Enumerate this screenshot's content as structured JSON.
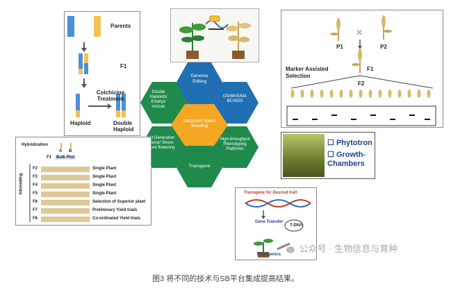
{
  "center": {
    "label": "Integrated Speed Breeding",
    "ring": [
      {
        "id": "genome-editing",
        "label": "Genome Editing",
        "color": "#1f6fb2"
      },
      {
        "id": "gs-mas",
        "label": "GS/MAS/MA BC/NGS",
        "color": "#1f6fb2"
      },
      {
        "id": "high-throughput",
        "label": "High-throughput Phenotyping Platforms",
        "color": "#1f8a4c"
      },
      {
        "id": "transgene",
        "label": "Transgene",
        "color": "#1f8a4c"
      },
      {
        "id": "rapid-generation",
        "label": "Rapid Generation Advance/ Stress Induced flowering",
        "color": "#1f8a4c"
      },
      {
        "id": "double-haploids",
        "label": "Double Haploids/ Embryo rescue",
        "color": "#1f8a4c"
      }
    ]
  },
  "haploid_panel": {
    "parents": "Parents",
    "f1": "F1",
    "colchicine": "Colchicine Treatment",
    "haploid": "Haploid",
    "double_haploid": "Double Haploid"
  },
  "mas_panel": {
    "p1": "P1",
    "p2": "P2",
    "f1": "F1",
    "f2": "F2",
    "title": "Marker Assisted Selection"
  },
  "inbreeding_panel": {
    "hybridization": "Hybridization",
    "a": "A",
    "b": "B",
    "f1": "F1",
    "bulk_plot": "Bulk Plot",
    "side_label": "Inbreeding",
    "rows": [
      {
        "gen": "F2",
        "desc": "Single Plant"
      },
      {
        "gen": "F3",
        "desc": "Single Plant"
      },
      {
        "gen": "F4",
        "desc": "Single Plant"
      },
      {
        "gen": "F5",
        "desc": "Single Plant"
      },
      {
        "gen": "F6",
        "desc": "Selection of Superior plant"
      },
      {
        "gen": "F7",
        "desc": "Preliminary Yield trials"
      },
      {
        "gen": "F8",
        "desc": "Co-ordinated Yield trials"
      }
    ]
  },
  "phytotron_panel": {
    "line1": "Phytotron",
    "line2": "Growth-Chambers"
  },
  "transgenic_panel": {
    "title": "Transgene for Desired trait",
    "gene_transfer": "Gene Transfer",
    "tdna": "T-DNA",
    "transgenics": "Transgenics"
  },
  "watermark": "公众号 · 生物信息与育种",
  "caption": "图3 将不同的技术与SB平台集成提高结果。",
  "colors": {
    "blue": "#1f6fb2",
    "green": "#1f8a4c",
    "center": "#f5a623",
    "navy": "#1f3f8f"
  }
}
